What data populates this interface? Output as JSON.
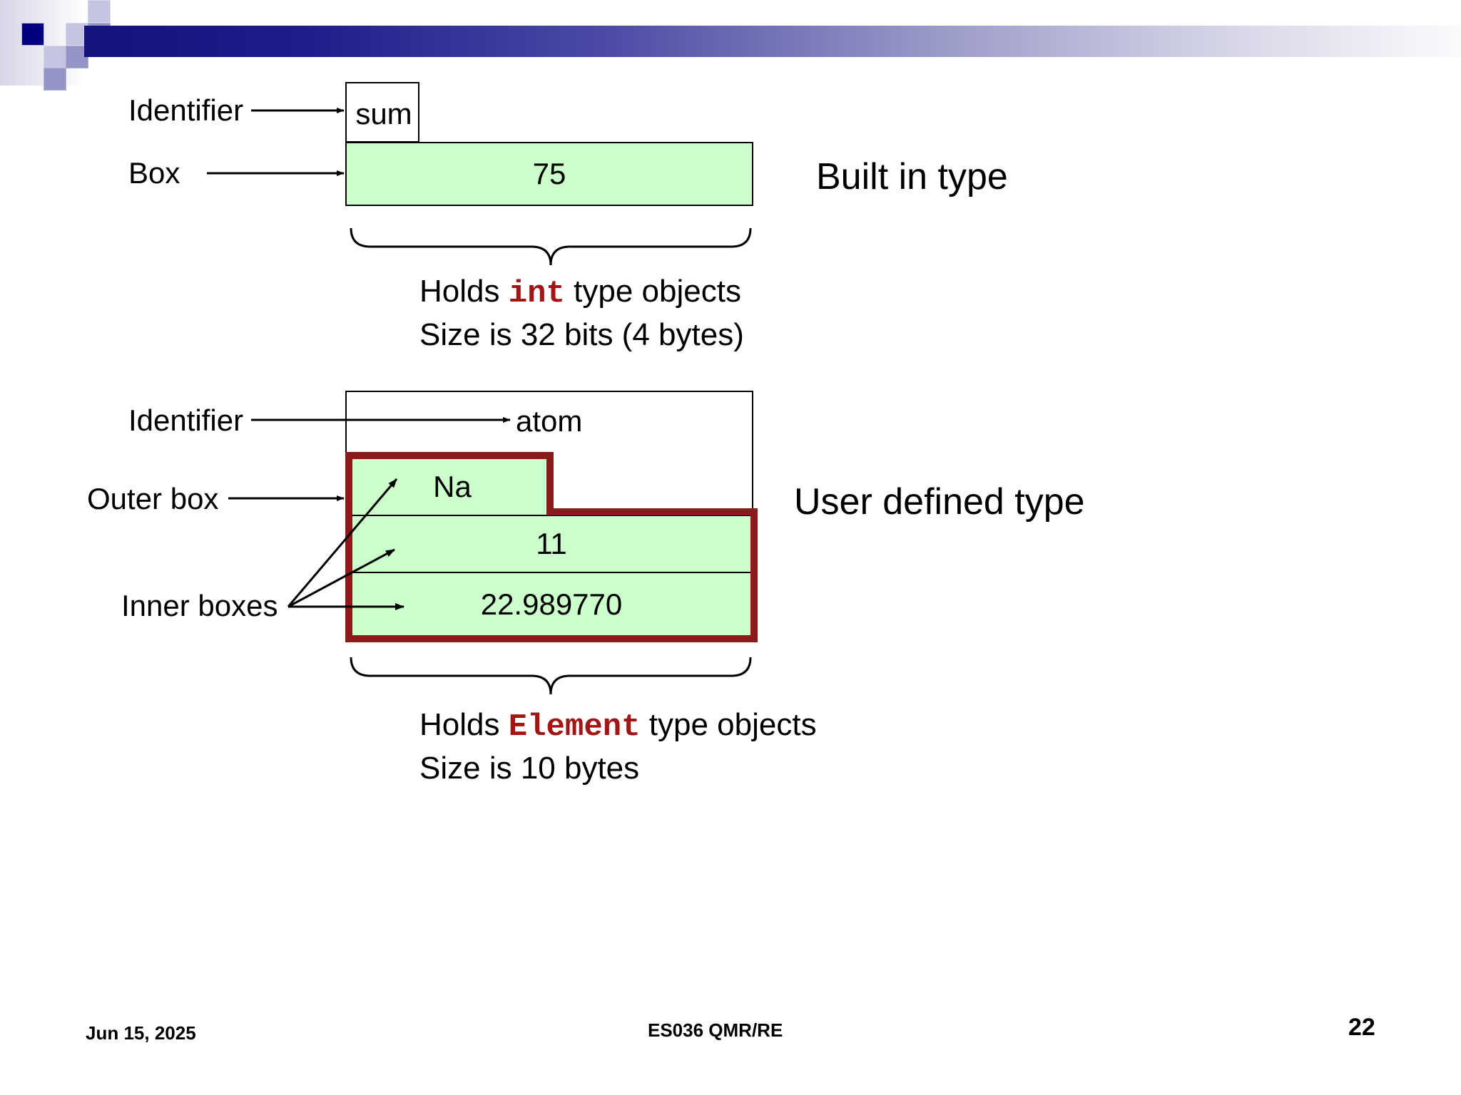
{
  "slide": {
    "number": "22",
    "footer": {
      "date": "Jun 15, 2025",
      "course": "ES036 QMR/RE",
      "page": "22"
    }
  },
  "header": {
    "accent_dark": "#000080",
    "accent_mid": "#9494c6",
    "accent_light": "#c5c5e2"
  },
  "builtin_type": {
    "heading": "Built in type",
    "identifier_label": "Identifier",
    "box_label": "Box",
    "identifier_name": "sum",
    "value": "75",
    "caption_line1_pre": "Holds ",
    "caption_line1_code": "int",
    "caption_line1_post": " type objects",
    "caption_line2": "Size is 32 bits (4 bytes)"
  },
  "user_defined_type": {
    "heading": "User defined type",
    "identifier_label": "Identifier",
    "outer_box_label": "Outer box",
    "inner_boxes_label": "Inner boxes",
    "identifier_name": "atom",
    "members": [
      {
        "value": "Na"
      },
      {
        "value": "11"
      },
      {
        "value": "22.989770"
      }
    ],
    "caption_line1_pre": "Holds ",
    "caption_line1_code": "Element",
    "caption_line1_post": " type objects",
    "caption_line2": "Size is 10 bytes"
  },
  "colors": {
    "box_fill_green": "#CCFFCC",
    "inner_border_red": "#8B1A1A",
    "code_red": "#A31515",
    "outline_black": "#000000"
  }
}
